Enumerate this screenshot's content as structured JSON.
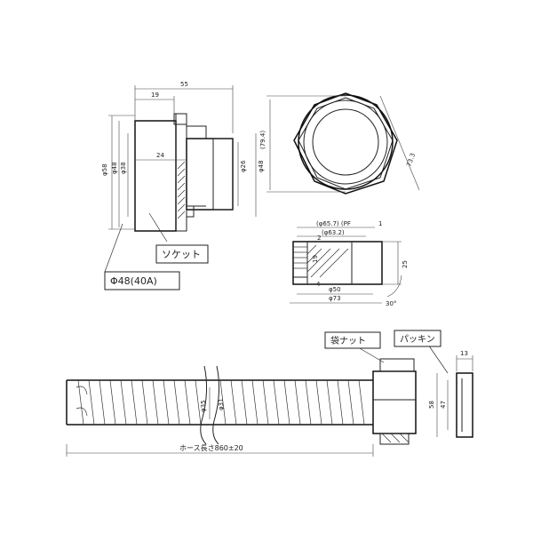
{
  "dims": {
    "top_len": "55",
    "top_19": "19",
    "len_24": "24",
    "dia_58": "φ58",
    "dia_48_left": "φ48",
    "dia_38": "φ38",
    "dia_26": "φ26",
    "dia_48_right": "φ48",
    "across_corners": "(79.4)",
    "across_flats": "73.3",
    "nut_657": "(φ65.7) (PF",
    "nut_1": "1",
    "nut_632": "(φ63.2)",
    "nut_2": "2",
    "nut_19": "19",
    "nut_4": "4",
    "nut_25": "25",
    "nut_50": "φ50",
    "nut_73": "φ73",
    "nut_30": "30°",
    "hose_35": "φ35",
    "hose_inner": "φ31",
    "packing_13": "13",
    "packing_58": "58",
    "packing_47": "47",
    "hose_length": "ホース長さ860±20"
  },
  "callouts": {
    "socket": "ソケット",
    "pipe_size": "Φ48(40A)",
    "bag_nut": "袋ナット",
    "packing": "パッキン"
  }
}
